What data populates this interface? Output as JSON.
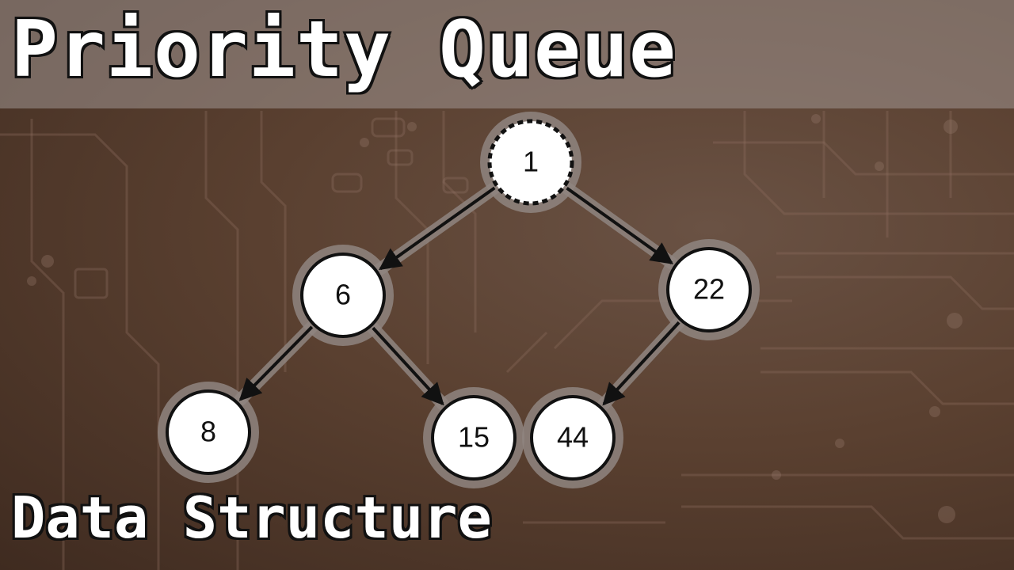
{
  "title": "Priority Queue",
  "subtitle": "Data Structure",
  "colors": {
    "node_fill": "#ffffff",
    "node_stroke": "#111111",
    "halo": "#8f8580",
    "edge": "#111111",
    "title_band": "#a0968f"
  },
  "tree": {
    "nodes": [
      {
        "id": "n1",
        "value": "1",
        "style": "dashed"
      },
      {
        "id": "n6",
        "value": "6",
        "style": "solid"
      },
      {
        "id": "n22",
        "value": "22",
        "style": "solid"
      },
      {
        "id": "n8",
        "value": "8",
        "style": "solid"
      },
      {
        "id": "n15",
        "value": "15",
        "style": "solid"
      },
      {
        "id": "n44",
        "value": "44",
        "style": "solid"
      }
    ],
    "edges": [
      {
        "from": "n1",
        "to": "n6"
      },
      {
        "from": "n1",
        "to": "n22"
      },
      {
        "from": "n6",
        "to": "n8"
      },
      {
        "from": "n6",
        "to": "n15"
      },
      {
        "from": "n22",
        "to": "n44"
      }
    ]
  }
}
